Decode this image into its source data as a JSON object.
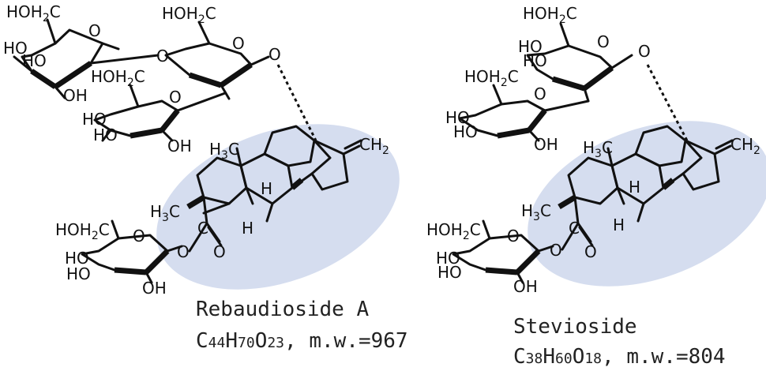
{
  "molecules": [
    {
      "name": "Rebaudioside A",
      "formula": {
        "C": "44",
        "H": "70",
        "O": "23",
        "mw_label": ", m.w.=967"
      },
      "aglycone_highlight": "#d5ddef"
    },
    {
      "name": "Stevioside",
      "formula": {
        "C": "38",
        "H": "60",
        "O": "18",
        "mw_label": ", m.w.=804"
      },
      "aglycone_highlight": "#d5ddef"
    }
  ],
  "atoms": {
    "hoh2c": "HOH",
    "h2_sub": "2",
    "c": "C",
    "ho": "HO",
    "oh": "OH",
    "o": "O",
    "h": "H",
    "h3c": "H",
    "h3_sub": "3",
    "ch2": "CH",
    "ch2_sub": "2"
  }
}
